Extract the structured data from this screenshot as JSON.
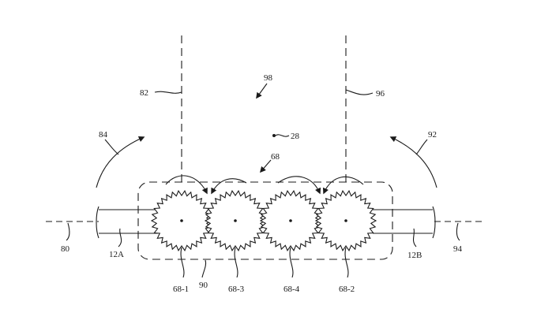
{
  "colors": {
    "ink": "#1a1a1a",
    "background": "#ffffff"
  },
  "labels": {
    "l82": "82",
    "l96": "96",
    "l98": "98",
    "l28": "28",
    "l84": "84",
    "l92": "92",
    "l68": "68",
    "l80": "80",
    "l94": "94",
    "l12a": "12A",
    "l12b": "12B",
    "l90": "90",
    "g1": "68-1",
    "g3": "68-3",
    "g4": "68-4",
    "g2": "68-2"
  }
}
